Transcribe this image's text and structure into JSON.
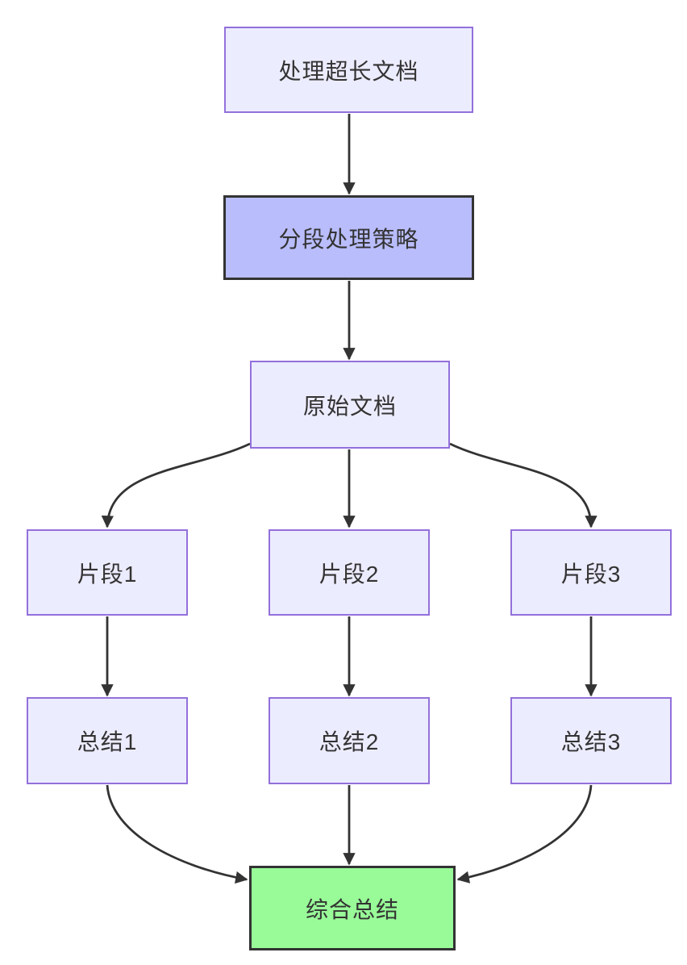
{
  "diagram": {
    "type": "flowchart",
    "direction": "top-down",
    "background_color": "#FFFFFF",
    "edge_color": "#333333",
    "text_color": "#333333",
    "nodes": [
      {
        "id": "process-long-doc",
        "label": "处理超长文档",
        "fill": "#ECECFF",
        "stroke": "#9370DB"
      },
      {
        "id": "segmentation-strategy",
        "label": "分段处理策略",
        "fill": "#B9BDFB",
        "stroke": "#333333"
      },
      {
        "id": "original-doc",
        "label": "原始文档",
        "fill": "#ECECFF",
        "stroke": "#9370DB"
      },
      {
        "id": "fragment-1",
        "label": "片段1",
        "fill": "#ECECFF",
        "stroke": "#9370DB"
      },
      {
        "id": "fragment-2",
        "label": "片段2",
        "fill": "#ECECFF",
        "stroke": "#9370DB"
      },
      {
        "id": "fragment-3",
        "label": "片段3",
        "fill": "#ECECFF",
        "stroke": "#9370DB"
      },
      {
        "id": "summary-1",
        "label": "总结1",
        "fill": "#ECECFF",
        "stroke": "#9370DB"
      },
      {
        "id": "summary-2",
        "label": "总结2",
        "fill": "#ECECFF",
        "stroke": "#9370DB"
      },
      {
        "id": "summary-3",
        "label": "总结3",
        "fill": "#ECECFF",
        "stroke": "#9370DB"
      },
      {
        "id": "final-summary",
        "label": "综合总结",
        "fill": "#98FB98",
        "stroke": "#333333"
      }
    ],
    "edges": [
      {
        "from": "process-long-doc",
        "to": "segmentation-strategy"
      },
      {
        "from": "segmentation-strategy",
        "to": "original-doc"
      },
      {
        "from": "original-doc",
        "to": "fragment-1"
      },
      {
        "from": "original-doc",
        "to": "fragment-2"
      },
      {
        "from": "original-doc",
        "to": "fragment-3"
      },
      {
        "from": "fragment-1",
        "to": "summary-1"
      },
      {
        "from": "fragment-2",
        "to": "summary-2"
      },
      {
        "from": "fragment-3",
        "to": "summary-3"
      },
      {
        "from": "summary-1",
        "to": "final-summary"
      },
      {
        "from": "summary-2",
        "to": "final-summary"
      },
      {
        "from": "summary-3",
        "to": "final-summary"
      }
    ]
  }
}
